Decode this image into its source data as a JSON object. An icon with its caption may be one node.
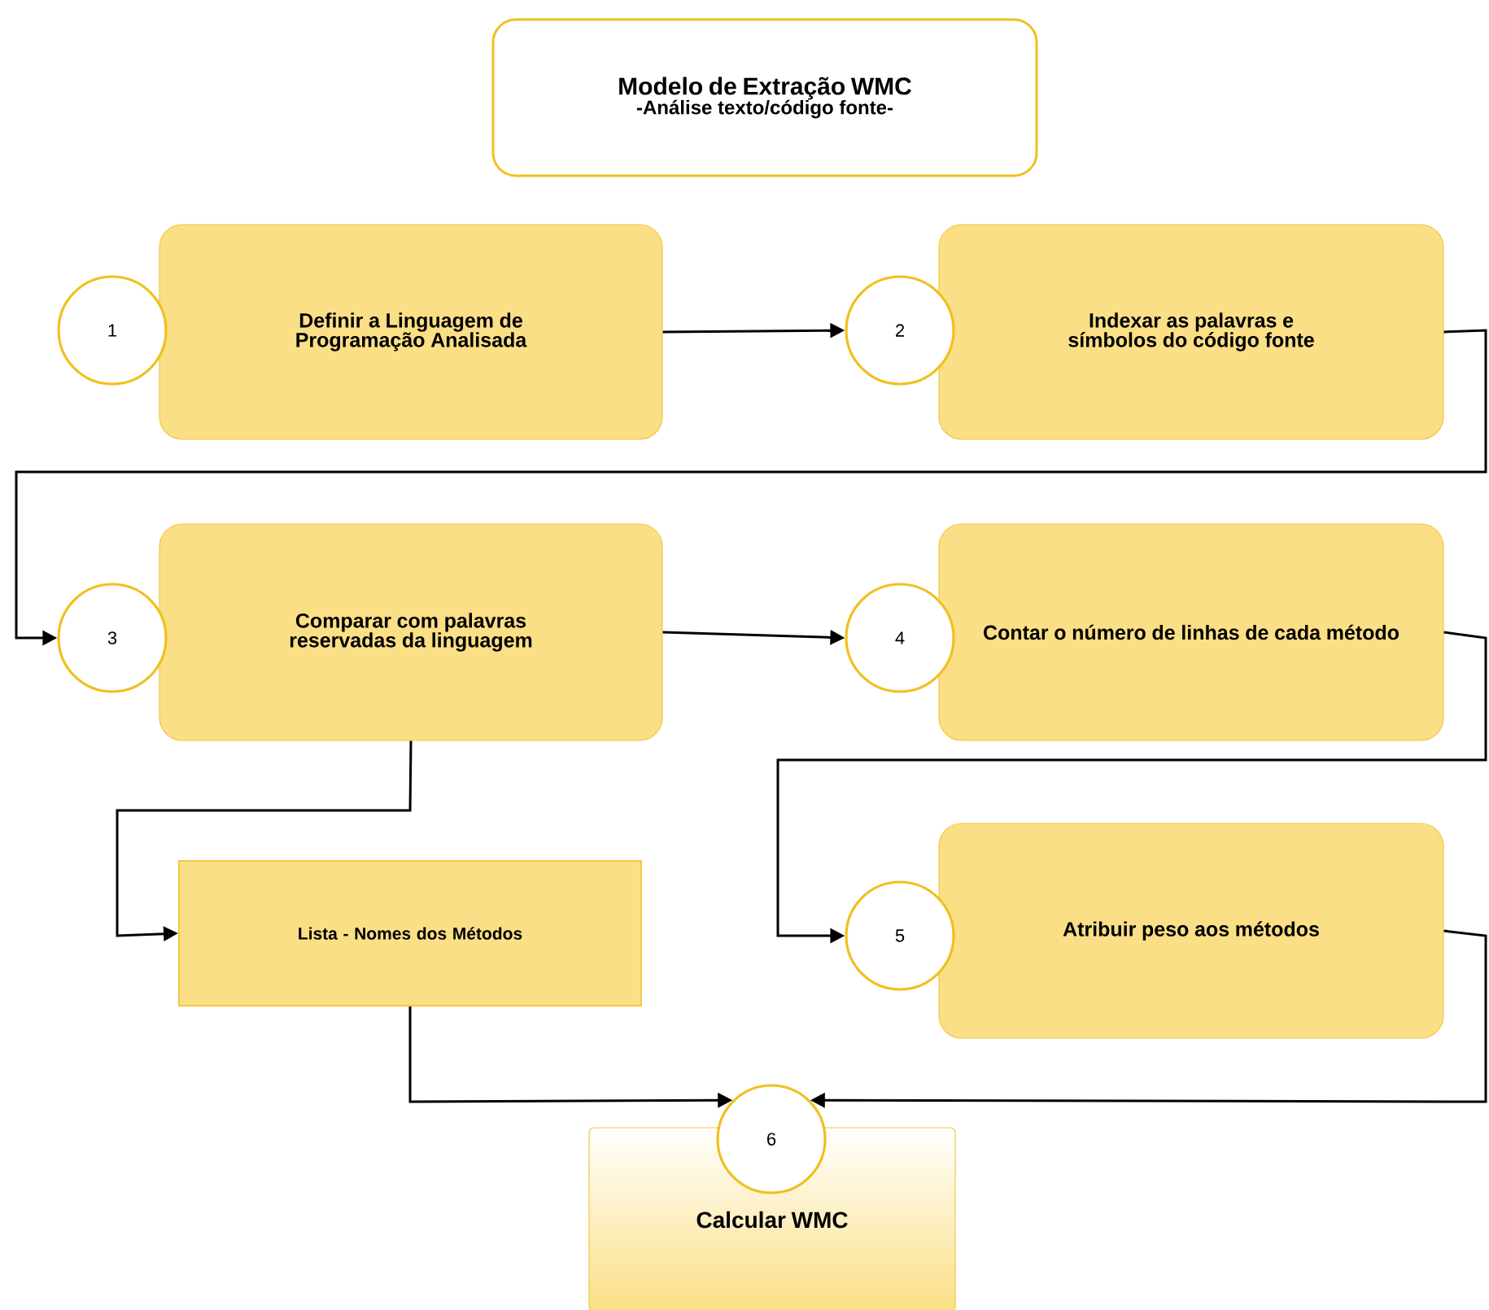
{
  "diagram": {
    "nodes": [
      {
        "text": [
          "Modelo de Extração WMC",
          "-Análise texto/código fonte-"
        ]
      },
      {
        "text": [
          "1"
        ]
      },
      {
        "text": [
          "Definir a Linguagem de Programação Analisada"
        ]
      },
      {
        "text": [
          "2"
        ]
      },
      {
        "text": [
          "Indexar as palavras e símbolos do código fonte"
        ]
      },
      {
        "text": [
          "3"
        ]
      },
      {
        "text": [
          "Comparar  com palavras reservadas da linguagem"
        ]
      },
      {
        "text": [
          "4"
        ]
      },
      {
        "text": [
          "Contar o número de linhas de cada método"
        ]
      },
      {
        "text": [
          "Lista - Nomes dos Métodos"
        ]
      },
      {
        "text": [
          "5"
        ]
      },
      {
        "text": [
          "Atribuir peso aos métodos"
        ]
      },
      {
        "text": [
          "6"
        ]
      },
      {
        "text": [
          "Calcular WMC"
        ]
      }
    ],
    "edges": [
      {
        "from": 2,
        "to": 3,
        "arrow": "to"
      },
      {
        "from": 4,
        "to": 5,
        "arrow": "to"
      },
      {
        "from": 6,
        "to": 7,
        "arrow": "to"
      },
      {
        "from": 8,
        "to": 10,
        "arrow": "to"
      },
      {
        "from": 6,
        "to": 9,
        "arrow": "to"
      },
      {
        "from": 9,
        "to": 12,
        "arrow": "to"
      },
      {
        "from": 11,
        "to": 12,
        "arrow": "to"
      }
    ]
  }
}
